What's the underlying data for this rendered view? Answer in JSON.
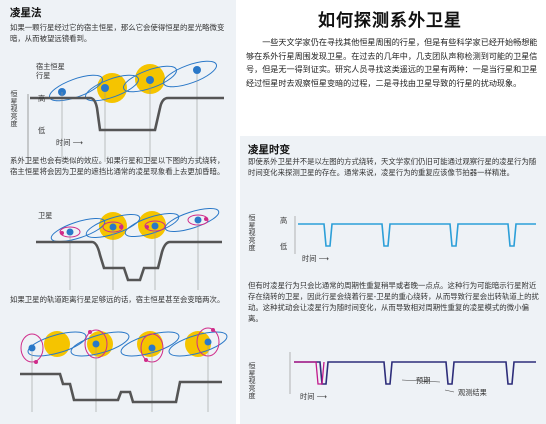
{
  "title": "如何探测系外卫星",
  "intro": "一些天文学家仍在寻找其他恒星周围的行星，但是有些科学家已经开始畅想能够在系外行星周围发现卫星。在过去的几年中，几支团队声称检测到可能的卫星信号，但是无一得到证实。研究人员寻找这类遥远的卫星有两种：一是当行星和卫星经过恒星时去观察恒星变暗的过程，二是寻找由卫星导致的行星的扰动现象。",
  "transit": {
    "heading": "凌星法",
    "p1": "如果一颗行星经过它的宿主恒星，那么它会使得恒星的星光略微变暗，从而被望远镜看到。",
    "p2": "系外卫星也会有类似的效应。如果行星和卫星以下图的方式绕转，宿主恒星将会因为卫星的遮挡比通常的凌星现象看上去更加昏暗。",
    "p3": "如果卫星的轨道距离行星足够远的话，宿主恒星甚至会变暗两次。",
    "label_moon_planet": "宿主恒星\n行星",
    "label_moon": "卫星",
    "axis_brightness": "恒星视亮度",
    "axis_high": "高",
    "axis_low": "低",
    "axis_time": "时间"
  },
  "ttv": {
    "heading": "凌星时变",
    "p1": "即使系外卫星并不是以左图的方式绕转，天文学家们仍旧可能通过观察行星的凌星行为随时间变化来探测卫星的存在。通常来说，凌星行为的重复应该像节拍器一样精准。",
    "p2": "但有时凌星行为只会比通常的周期性重复稍早或者晚一点点。这种行为可能暗示行星附近存在绕转的卫星，因此行星会绕着行星-卫星的重心绕转，从而导致行星会出转轨道上的扰动。这种扰动会让凌星行为随时间变化，从而导致相对周期性重复的凌星模式的微小偏离。",
    "axis_brightness": "恒星视亮度",
    "axis_high": "高",
    "axis_low": "低",
    "axis_time": "时间",
    "legend_predicted": "预期",
    "legend_observed": "观测结果"
  },
  "colors": {
    "panel": "#eef2f6",
    "star": "#f5c400",
    "orbit": "#2a78c8",
    "moon_orbit": "#d02b8a",
    "curve": "#555555",
    "ttv_line": "#2c9fd8",
    "ttv_pred": "#2d2d7a",
    "ttv_obs": "#c2188b"
  },
  "icons": [
    "star-icon",
    "planet-icon",
    "moon-icon",
    "arrow-right-icon"
  ]
}
